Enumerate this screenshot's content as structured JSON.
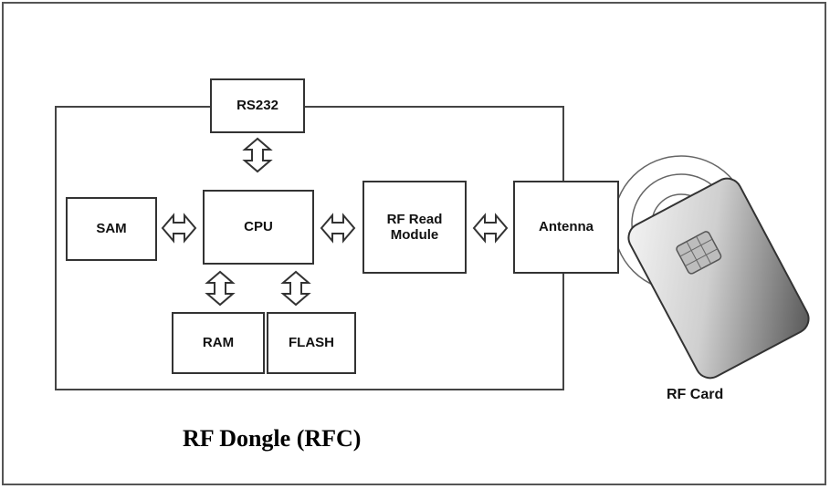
{
  "diagram": {
    "caption": "RF Dongle (RFC)",
    "card_label": "RF Card",
    "blocks": {
      "rs232": "RS232",
      "sam": "SAM",
      "cpu": "CPU",
      "rf_read_module_line1": "RF Read",
      "rf_read_module_line2": "Module",
      "antenna": "Antenna",
      "ram": "RAM",
      "flash": "FLASH"
    },
    "icons": {
      "arrows": "double-arrow-icon",
      "card": "rf-card-icon",
      "waves": "rf-waves-icon",
      "chip": "chip-icon"
    }
  }
}
